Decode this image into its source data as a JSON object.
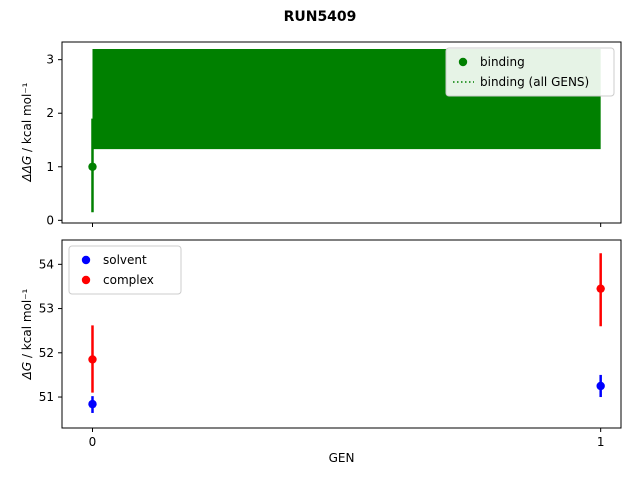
{
  "title": "RUN5409",
  "chart_data": [
    {
      "type": "scatter",
      "ylabel": "ΔΔG / kcal mol⁻¹",
      "ylabel_sym": "ΔΔG",
      "ylabel_units": " / kcal mol⁻¹",
      "xlim": [
        -0.06,
        1.04
      ],
      "ylim": [
        -0.05,
        3.33
      ],
      "yticks": [
        0,
        1,
        2,
        3
      ],
      "xticks": [
        0,
        1
      ],
      "xticklabels": [],
      "grid": false,
      "legend": {
        "position": "upper right",
        "entries": [
          {
            "label": "binding",
            "marker": "point",
            "color": "#008000"
          },
          {
            "label": "binding (all GENS)",
            "marker": "dotted-line",
            "color": "#008000"
          }
        ]
      },
      "band": {
        "name": "binding (all GENS)",
        "color": "#008000",
        "x": [
          0,
          1
        ],
        "ylow": [
          1.33,
          1.33
        ],
        "yhigh": [
          3.2,
          3.2
        ]
      },
      "series": [
        {
          "name": "binding",
          "color": "#008000",
          "points": [
            {
              "x": 0,
              "y": 1.0,
              "ylo": 0.15,
              "yhi": 1.9
            }
          ]
        }
      ]
    },
    {
      "type": "scatter",
      "xlabel": "GEN",
      "ylabel": "ΔG / kcal mol⁻¹",
      "ylabel_sym": "ΔG",
      "ylabel_units": " / kcal mol⁻¹",
      "xlim": [
        -0.06,
        1.04
      ],
      "ylim": [
        50.3,
        54.55
      ],
      "yticks": [
        51,
        52,
        53,
        54
      ],
      "xticks": [
        0,
        1
      ],
      "xticklabels": [
        "0",
        "1"
      ],
      "grid": false,
      "legend": {
        "position": "upper left",
        "entries": [
          {
            "label": "solvent",
            "marker": "point",
            "color": "#0000ff"
          },
          {
            "label": "complex",
            "marker": "point",
            "color": "#ff0000"
          }
        ]
      },
      "series": [
        {
          "name": "solvent",
          "color": "#0000ff",
          "points": [
            {
              "x": 0,
              "y": 50.84,
              "ylo": 50.64,
              "yhi": 51.02
            },
            {
              "x": 1,
              "y": 51.25,
              "ylo": 51.0,
              "yhi": 51.5
            }
          ]
        },
        {
          "name": "complex",
          "color": "#ff0000",
          "points": [
            {
              "x": 0,
              "y": 51.85,
              "ylo": 51.1,
              "yhi": 52.62
            },
            {
              "x": 1,
              "y": 53.45,
              "ylo": 52.6,
              "yhi": 54.25
            }
          ]
        }
      ]
    }
  ]
}
